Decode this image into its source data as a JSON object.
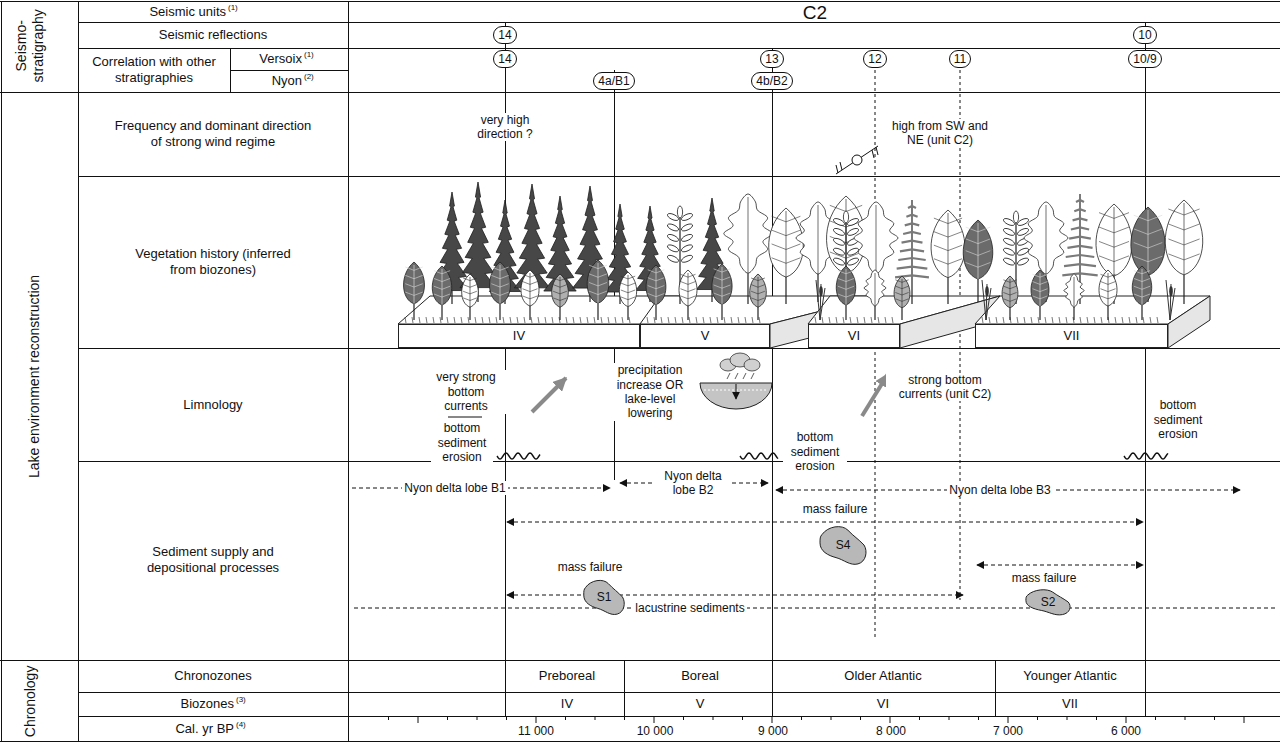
{
  "diagram": {
    "nodes": [
      {
        "text": [
          "14"
        ]
      },
      {
        "text": [
          "10"
        ]
      },
      {
        "text": [
          "14"
        ]
      },
      {
        "text": [
          "13"
        ]
      },
      {
        "text": [
          "12"
        ]
      },
      {
        "text": [
          "11"
        ]
      },
      {
        "text": [
          "10/9"
        ]
      },
      {
        "text": [
          "4a/B1"
        ]
      },
      {
        "text": [
          "4b/B2"
        ]
      },
      {
        "text": [
          "IV"
        ]
      },
      {
        "text": [
          "V"
        ]
      },
      {
        "text": [
          "VI"
        ]
      },
      {
        "text": [
          "VII"
        ]
      },
      {
        "text": [
          "mass failure",
          "S4"
        ]
      },
      {
        "text": [
          "mass failure",
          "S1"
        ]
      },
      {
        "text": [
          "mass failure",
          "S2"
        ]
      }
    ],
    "labels": [
      "Seismo-stratigraphy",
      "Lake environment reconstruction",
      "Chronology",
      "Seismic units",
      "(1)",
      "Seismic reflections",
      "Correlation with other stratigraphies",
      "Versoix",
      "(1)",
      "Nyon",
      "(2)",
      "Frequency and dominant direction of strong wind regime",
      "Vegetation history (inferred from biozones)",
      "Limnology",
      "Sediment supply and depositional processes",
      "Chronozones",
      "Biozones",
      "(3)",
      "Cal. yr BP",
      "(4)",
      "C2",
      "very high direction ?",
      "high from SW and NE (unit C2)",
      "very strong bottom currents",
      "bottom sediment erosion",
      "precipitation increase OR lake-level lowering",
      "bottom sediment erosion",
      "strong bottom currents (unit C2)",
      "bottom sediment erosion",
      "Nyon delta lobe B1",
      "Nyon delta lobe B2",
      "Nyon delta lobe B3",
      "lacustrine sediments",
      "Preboreal",
      "Boreal",
      "Older Atlantic",
      "Younger Atlantic",
      "IV",
      "V",
      "VI",
      "VII",
      "11 000",
      "10 000",
      "9 000",
      "8 000",
      "7 000",
      "6 000"
    ]
  }
}
